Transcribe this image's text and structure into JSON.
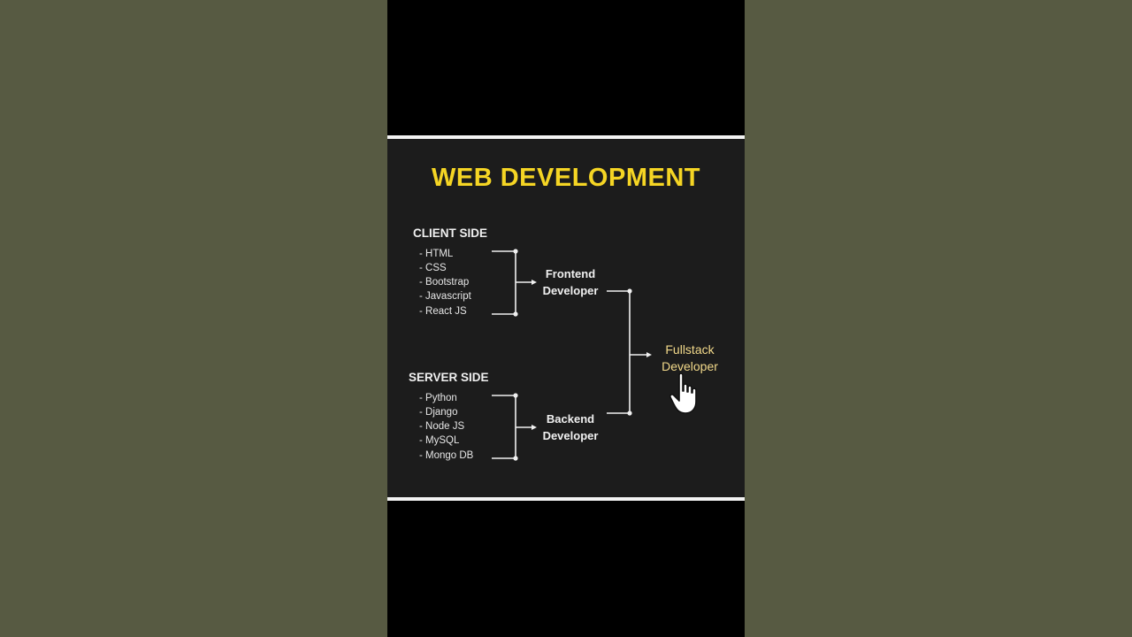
{
  "video": {
    "title": "WEB DEVELOPMENT"
  },
  "client": {
    "heading": "CLIENT SIDE",
    "items": [
      "- HTML",
      "- CSS",
      "- Bootstrap",
      "- Javascript",
      "- React JS"
    ]
  },
  "server": {
    "heading": "SERVER SIDE",
    "items": [
      "- Python",
      "- Django",
      "- Node JS",
      "- MySQL",
      "- Mongo DB"
    ]
  },
  "roles": {
    "frontend_line1": "Frontend",
    "frontend_line2": "Developer",
    "backend_line1": "Backend",
    "backend_line2": "Developer",
    "fullstack_line1": "Fullstack",
    "fullstack_line2": "Developer"
  },
  "colors": {
    "title": "#f5d524",
    "fullstack": "#f2d98a",
    "panel": "#1c1c1c"
  },
  "icons": {
    "cursor": "hand-pointer-icon"
  }
}
